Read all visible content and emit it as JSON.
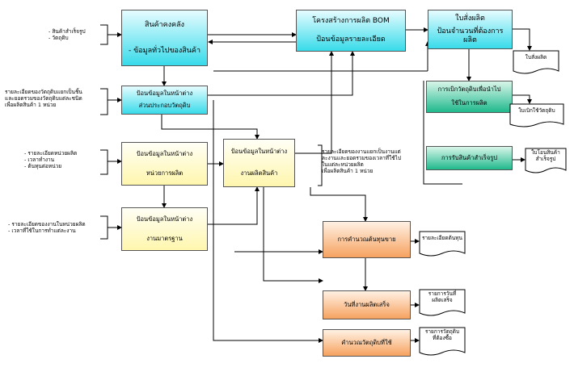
{
  "process_boxes": {
    "inventory": {
      "line1": "สินค้าคงคลัง",
      "line2": "- ข้อมูลทั่วไปของสินค้า"
    },
    "bom": {
      "line1": "โครงสร้างการผลิต BOM",
      "line2": "ป้อนข้อมูลรายละเอียด"
    },
    "production_order": {
      "line1": "ใบสั่งผลิต",
      "line2": "ป้อนจำนวนที่ต้องการผลิต"
    },
    "materials_input": {
      "line1": "ป้อนข้อมูลในหน้าต่าง",
      "line2": "ส่วนประกอบวัตถุดิบ"
    },
    "production_unit": {
      "line1": "ป้อนข้อมูลในหน้าต่าง",
      "line2": "หน่วยการผลิต"
    },
    "production_work": {
      "line1": "ป้อนข้อมูลในหน้าต่าง",
      "line2": "งานผลิตสินค้า"
    },
    "standard_work": {
      "line1": "ป้อนข้อมูลในหน้าต่าง",
      "line2": "งานมาตรฐาน"
    },
    "withdraw_materials": {
      "line1": "การเบิกวัตถุดิบเพื่อนำไป",
      "line2": "ใช้ในการผลิต"
    },
    "receive_goods": {
      "line1": "การรับสินค้าสำเร็จรูป"
    },
    "cost_calc": {
      "line1": "การคำนวณต้นทุนขาย"
    },
    "completion_date": {
      "line1": "วันที่งานผลิตเสร็จ"
    },
    "material_calc": {
      "line1": "คำนวณวัตถุดิบที่ใช้"
    }
  },
  "documents": {
    "production_order_doc": [
      "ใบสั่งผลิต"
    ],
    "withdraw_doc": [
      "ใบเบิกใช้วัตถุดิบ"
    ],
    "transfer_doc": [
      "ใบโอนสินค้า",
      "สำเร็จรูป"
    ],
    "cost_detail_doc": [
      "รายละเอียดต้นทุน"
    ],
    "completion_doc": [
      "รายการวันที่",
      "ผลิตเสร็จ"
    ],
    "materials_needed_doc": [
      "รายการวัตถุดิบ",
      "ที่ต้องซื้อ"
    ]
  },
  "notes": {
    "inventory_note": [
      "- สินค้าสำเร็จรูป",
      "- วัตถุดิบ"
    ],
    "materials_note": [
      "รายละเอียดของวัตถุดิบแยกเป็นชิ้น",
      "และยอดรวมของวัตถุดิบแต่ละชนิด",
      "เพื่อผลิตสินค้า 1 หน่วย"
    ],
    "unit_note": [
      "- รายละเอียดหน่วยผลิต",
      "- เวลาทำงาน",
      "- ต้นทุนต่อหน่วย"
    ],
    "work_note": [
      "รายละเอียดของงานแยกเป็นงานแต่",
      "ละงานและยอดรวมของเวลาที่ใช้ไป",
      "ในแต่ละหน่วยผลิต",
      "เพื่อผลิตสินค้า 1 หน่วย"
    ],
    "standard_note": [
      "- รายละเอียดของงานในหน่วยผลิต",
      "- เวลาที่ใช้ในการทำแต่ละงาน"
    ]
  },
  "colors": {
    "cyan": "#38dbea",
    "cream": "#fff6ad",
    "orange": "#f6a25f",
    "green": "#20b98c",
    "line": "#000000"
  }
}
